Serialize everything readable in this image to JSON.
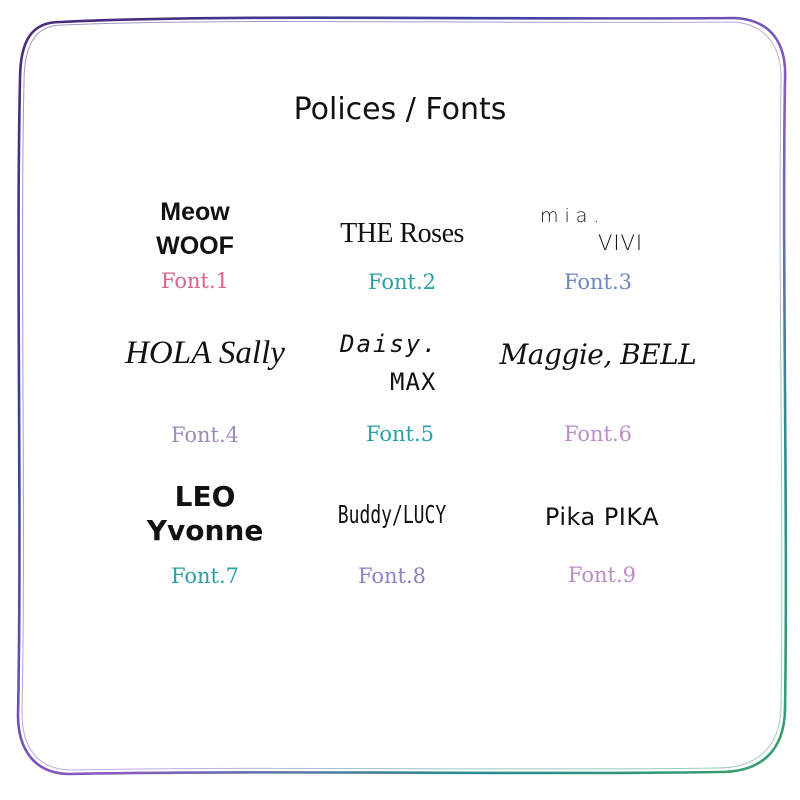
{
  "title": "Polices / Fonts",
  "fonts": [
    {
      "lines": [
        "Meow",
        "WOOF"
      ],
      "label": "Font.1",
      "label_color": "#d9628e"
    },
    {
      "lines": [
        "THE Roses"
      ],
      "label": "Font.2",
      "label_color": "#2aa0a6"
    },
    {
      "lines": [
        "mia.",
        "VIVI"
      ],
      "label": "Font.3",
      "label_color": "#6f86c2"
    },
    {
      "lines": [
        "HOLA Sally"
      ],
      "label": "Font.4",
      "label_color": "#9e8bb8"
    },
    {
      "lines": [
        "Daisy.",
        "MAX"
      ],
      "label": "Font.5",
      "label_color": "#2aa0a6"
    },
    {
      "lines": [
        "Maggie, BELL"
      ],
      "label": "Font.6",
      "label_color": "#b98ec5"
    },
    {
      "lines": [
        "LEO",
        "Yvonne"
      ],
      "label": "Font.7",
      "label_color": "#2aa0a6"
    },
    {
      "lines": [
        "Buddy/LUCY"
      ],
      "label": "Font.8",
      "label_color": "#8a84c6"
    },
    {
      "lines": [
        "Pika PIKA"
      ],
      "label": "Font.9",
      "label_color": "#b98ec5"
    }
  ],
  "frame_colors": [
    "#4a2a7a",
    "#3b3fa0",
    "#2a8f8c",
    "#3aa06a",
    "#8a5ac0"
  ]
}
